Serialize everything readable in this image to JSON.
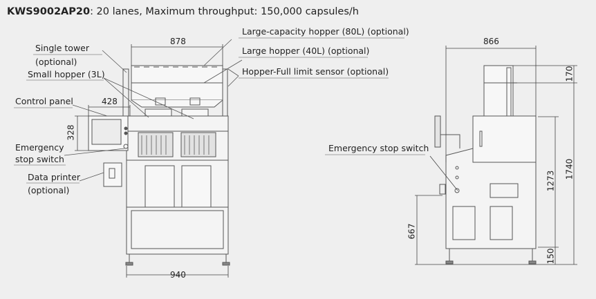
{
  "title": {
    "model": "KWS9002AP20",
    "description": ": 20 lanes, Maximum throughput: 150,000 capsules/h"
  },
  "labels": {
    "large_capacity_hopper": "Large-capacity hopper (80L) (optional)",
    "large_hopper": "Large hopper (40L) (optional)",
    "hopper_full_sensor": "Hopper-Full limit sensor (optional)",
    "single_tower_1": "Single tower",
    "single_tower_2": "(optional)",
    "small_hopper": "Small hopper (3L)",
    "control_panel": "Control panel",
    "emergency_1": "Emergency",
    "emergency_2": "stop switch",
    "data_printer_1": "Data printer",
    "data_printer_2": "(optional)",
    "emergency_side": "Emergency stop switch"
  },
  "dimensions": {
    "front_top_width": "878",
    "front_base_width": "940",
    "panel_width": "428",
    "panel_height": "328",
    "side_width": "866",
    "hopper_height": "170",
    "total_height": "1740",
    "body_height": "1273",
    "leg_height": "150",
    "printer_height": "667"
  }
}
